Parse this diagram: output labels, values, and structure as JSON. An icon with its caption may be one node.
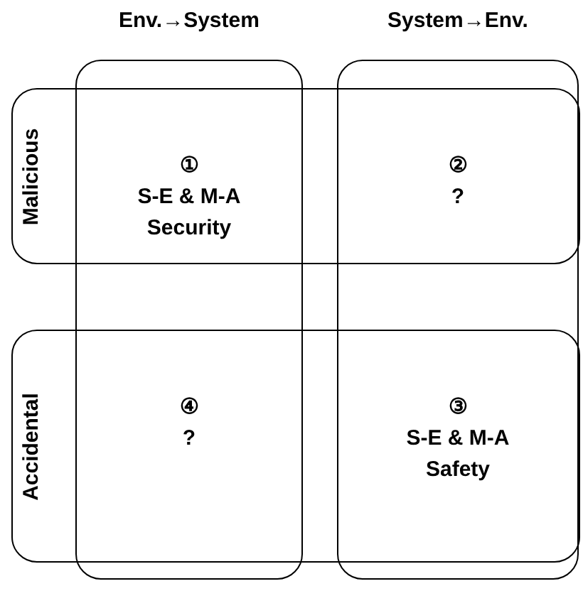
{
  "diagram": {
    "nodes": [
      {
        "text": [
          "Env.→System"
        ]
      },
      {
        "text": [
          "System→Env."
        ]
      },
      {
        "text": [
          "Malicious"
        ]
      },
      {
        "text": [
          "Accidental"
        ]
      }
    ],
    "labels": [
      "①",
      "S-E & M-A Security",
      "②",
      "?",
      "④",
      "?",
      "③",
      "S-E & M-A Safety"
    ]
  }
}
